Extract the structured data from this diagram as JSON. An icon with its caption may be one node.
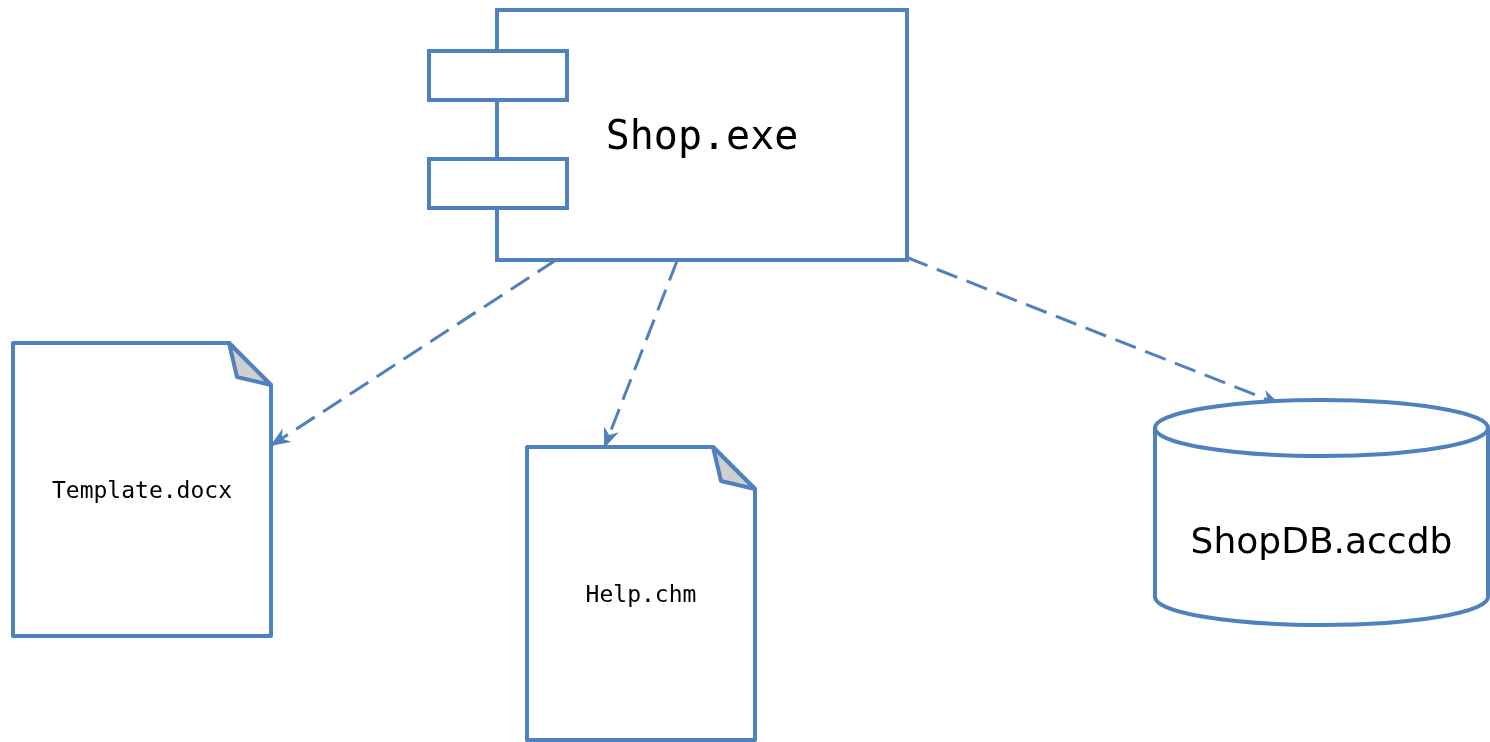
{
  "diagram": {
    "nodes": [
      {
        "text": [
          "Shop.exe"
        ]
      },
      {
        "text": [
          "Template.docx"
        ]
      },
      {
        "text": [
          "Help.chm"
        ]
      },
      {
        "text": [
          "ShopDB.accdb"
        ]
      }
    ],
    "edges": [
      {
        "from": 0,
        "to": 1,
        "arrow": "to",
        "style": "dashed"
      },
      {
        "from": 0,
        "to": 2,
        "arrow": "to",
        "style": "dashed"
      },
      {
        "from": 0,
        "to": 3,
        "arrow": "to",
        "style": "dashed"
      }
    ]
  }
}
